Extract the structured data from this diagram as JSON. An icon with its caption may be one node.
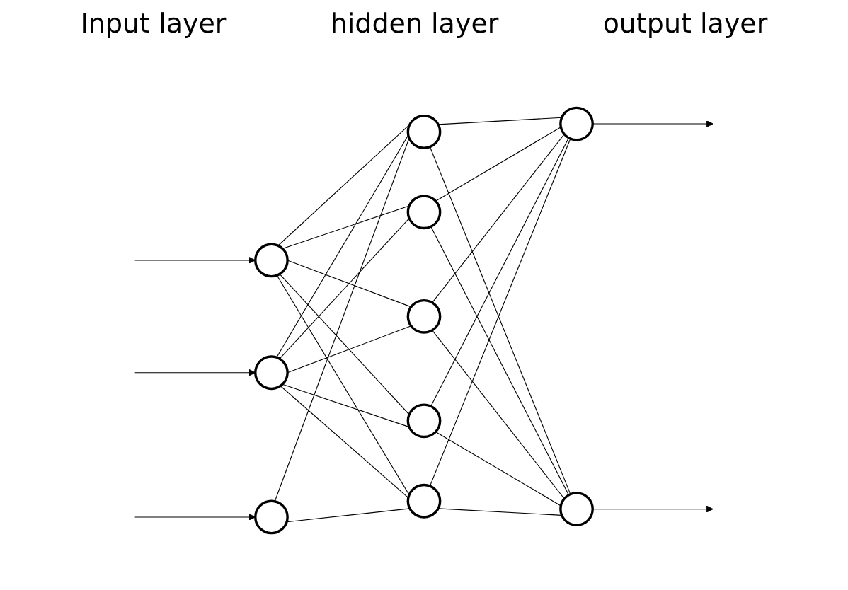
{
  "diagram": {
    "nodes": [
      {
        "text": [],
        "shape": "circle"
      },
      {
        "text": [],
        "shape": "circle"
      },
      {
        "text": [],
        "shape": "circle"
      },
      {
        "text": [],
        "shape": "circle"
      },
      {
        "text": [],
        "shape": "circle"
      },
      {
        "text": [],
        "shape": "circle"
      },
      {
        "text": [],
        "shape": "circle"
      },
      {
        "text": [],
        "shape": "circle"
      },
      {
        "text": [],
        "shape": "circle"
      },
      {
        "text": [],
        "shape": "circle"
      }
    ],
    "edges": [
      {
        "from": null,
        "to": 0,
        "arrow": "to"
      },
      {
        "from": null,
        "to": 1,
        "arrow": "to"
      },
      {
        "from": null,
        "to": 2,
        "arrow": "to"
      },
      {
        "from": 0,
        "to": 3,
        "arrow": "none"
      },
      {
        "from": 0,
        "to": 4,
        "arrow": "none"
      },
      {
        "from": 0,
        "to": 5,
        "arrow": "none"
      },
      {
        "from": 0,
        "to": 6,
        "arrow": "none"
      },
      {
        "from": 0,
        "to": 7,
        "arrow": "none"
      },
      {
        "from": 1,
        "to": 3,
        "arrow": "none"
      },
      {
        "from": 1,
        "to": 4,
        "arrow": "none"
      },
      {
        "from": 1,
        "to": 5,
        "arrow": "none"
      },
      {
        "from": 1,
        "to": 6,
        "arrow": "none"
      },
      {
        "from": 1,
        "to": 7,
        "arrow": "none"
      },
      {
        "from": 2,
        "to": 3,
        "arrow": "none"
      },
      {
        "from": 2,
        "to": 7,
        "arrow": "none"
      },
      {
        "from": 3,
        "to": 8,
        "arrow": "none"
      },
      {
        "from": 3,
        "to": 9,
        "arrow": "none"
      },
      {
        "from": 4,
        "to": 8,
        "arrow": "none"
      },
      {
        "from": 4,
        "to": 9,
        "arrow": "none"
      },
      {
        "from": 5,
        "to": 8,
        "arrow": "none"
      },
      {
        "from": 5,
        "to": 9,
        "arrow": "none"
      },
      {
        "from": 6,
        "to": 8,
        "arrow": "none"
      },
      {
        "from": 6,
        "to": 9,
        "arrow": "none"
      },
      {
        "from": 7,
        "to": 8,
        "arrow": "none"
      },
      {
        "from": 7,
        "to": 9,
        "arrow": "none"
      },
      {
        "from": 8,
        "to": null,
        "arrow": "to"
      },
      {
        "from": 9,
        "to": null,
        "arrow": "to"
      }
    ],
    "labels": [
      "Input layer",
      "hidden layer",
      "output layer"
    ]
  }
}
